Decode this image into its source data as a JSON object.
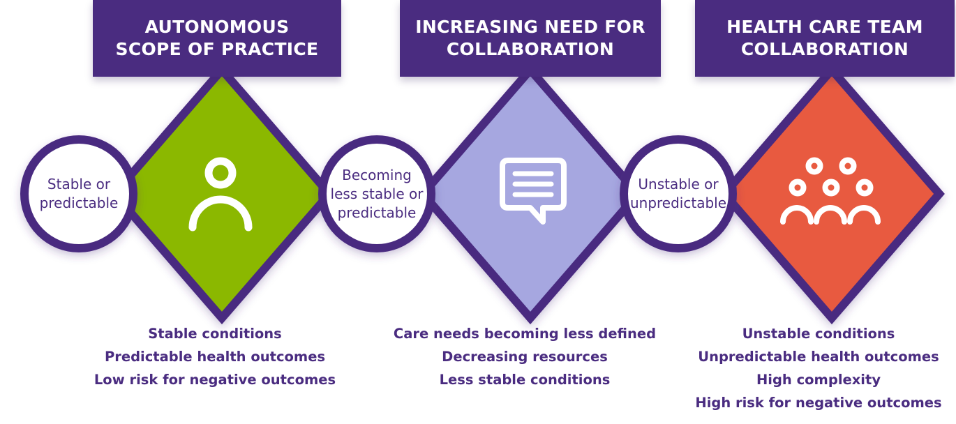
{
  "colors": {
    "purple": "#4a2c80",
    "green": "#8bb800",
    "lavender": "#a6a7e0",
    "red": "#e85a41",
    "white": "#ffffff"
  },
  "columns": [
    {
      "banner": [
        "AUTONOMOUS",
        "SCOPE OF PRACTICE"
      ],
      "circle_text": [
        "Stable or",
        "predictable"
      ],
      "icon": "person-icon",
      "diamond_color": "#8bb800",
      "bullets": [
        "Stable conditions",
        "Predictable health outcomes",
        "Low risk for negative outcomes"
      ]
    },
    {
      "banner": [
        "INCREASING NEED FOR",
        "COLLABORATION"
      ],
      "circle_text": [
        "Becoming",
        "less stable or",
        "predictable"
      ],
      "icon": "chat-bubble-icon",
      "diamond_color": "#a6a7e0",
      "bullets": [
        "Care needs becoming less defined",
        "Decreasing resources",
        "Less stable conditions"
      ]
    },
    {
      "banner": [
        "HEALTH CARE TEAM",
        "COLLABORATION"
      ],
      "circle_text": [
        "Unstable or",
        "unpredictable"
      ],
      "icon": "team-icon",
      "diamond_color": "#e85a41",
      "bullets": [
        "Unstable conditions",
        "Unpredictable health outcomes",
        "High complexity",
        "High risk for negative outcomes"
      ]
    }
  ]
}
